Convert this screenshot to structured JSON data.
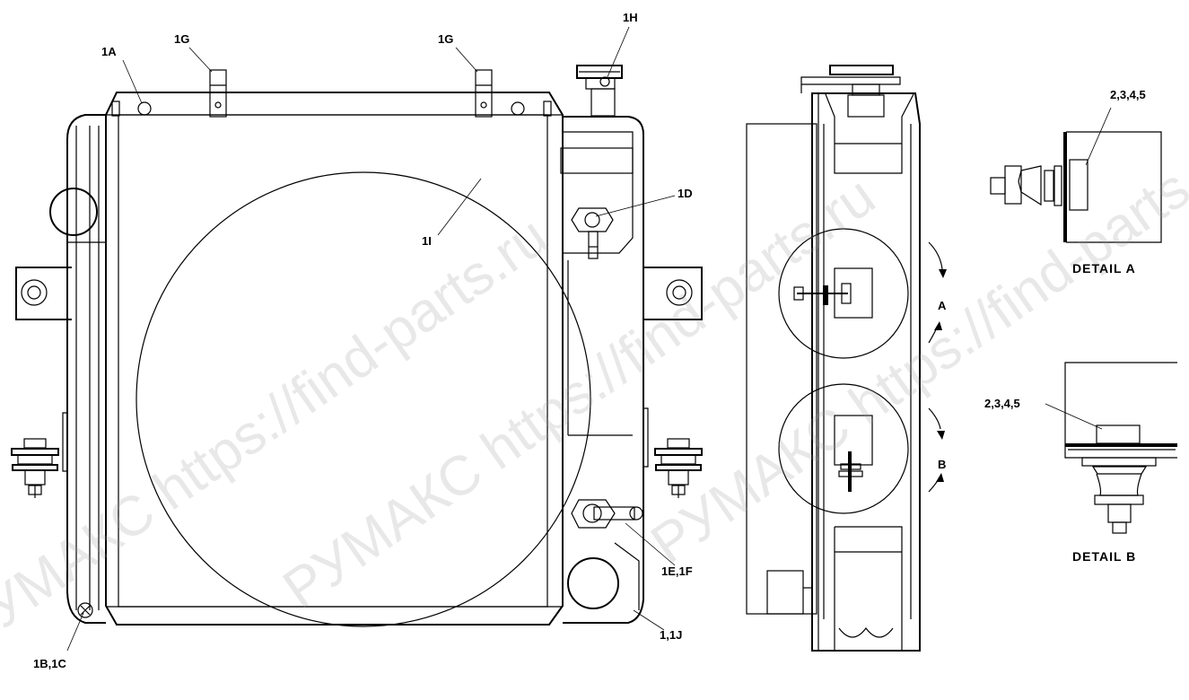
{
  "callouts": {
    "c_1a": "1A",
    "c_1g_left": "1G",
    "c_1g_right": "1G",
    "c_1h": "1H",
    "c_1d": "1D",
    "c_1i": "1I",
    "c_1e_1f": "1E,1F",
    "c_1_1j": "1,1J",
    "c_1b_1c": "1B,1C",
    "c_2345_a": "2,3,4,5",
    "c_2345_b": "2,3,4,5",
    "c_a": "A",
    "c_b": "B"
  },
  "details": {
    "detail_a": "DETAIL A",
    "detail_b": "DETAIL B"
  },
  "watermark": {
    "text_1": "РУМАКС https://find-parts.ru",
    "text_2": "РУМАКС https://find-parts.ru",
    "text_3": "РУМАКС https://find-parts.ru"
  }
}
